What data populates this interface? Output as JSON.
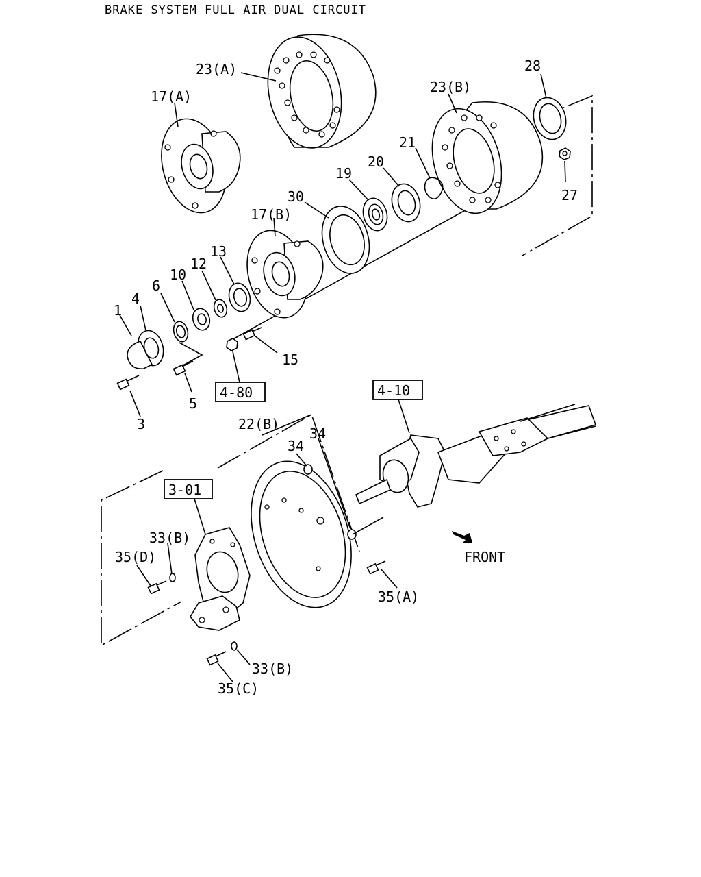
{
  "title": "BRAKE SYSTEM FULL AIR DUAL CIRCUIT",
  "labels": {
    "l23A": "23(A)",
    "l17A": "17(A)",
    "l23B": "23(B)",
    "l28": "28",
    "l27": "27",
    "l21": "21",
    "l20": "20",
    "l19": "19",
    "l30": "30",
    "l17B": "17(B)",
    "l13": "13",
    "l12": "12",
    "l10": "10",
    "l6": "6",
    "l4": "4",
    "l1": "1",
    "l15": "15",
    "l5": "5",
    "l3": "3",
    "l22B": "22(B)",
    "l34a": "34",
    "l34b": "34",
    "l33Ba": "33(B)",
    "l35D": "35(D)",
    "l35A": "35(A)",
    "l33Bb": "33(B)",
    "l35C": "35(C)",
    "front": "FRONT"
  },
  "refs": {
    "r480": "4-80",
    "r410": "4-10",
    "r301": "3-01"
  },
  "icons": {
    "front_arrow": "front-direction-arrow-icon"
  }
}
